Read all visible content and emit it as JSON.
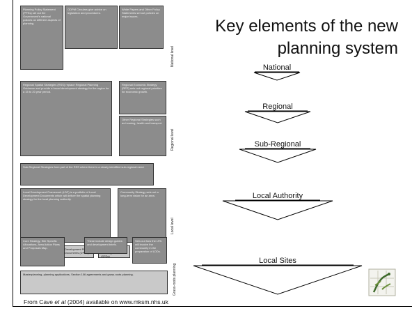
{
  "slide": {
    "title_line1": "Key elements of the new",
    "title_line2": "planning system",
    "levels": [
      "National",
      "Regional",
      "Sub-Regional",
      "Local Authority",
      "Local Sites"
    ],
    "source_prefix": "From Cave ",
    "source_italic": "et al",
    "source_suffix": " (2004) available on www.mksm.nhs.uk"
  },
  "diagram": {
    "side_labels": [
      "National level",
      "Regional level",
      "Local level",
      "Grass-roots planning"
    ],
    "boxes": {
      "b1": "Planning Policy Statement (PPSs) set out the Government's national policies on different aspects of planning.",
      "b2": "ODPM Circulars give advice on legislation and procedures.",
      "b3": "White Papers and Other Policy Statements set out policies on major issues.",
      "b4": "Regional Spatial Strategies (RSS) replace Regional Planning Guidance and provide a broad development strategy for the region for a 15 to 20 year period.",
      "b5": "Regional Economic Strategy (RES) sets out regional priorities for economic growth.",
      "b6": "Other Regional Strategies such as housing, health and transport.",
      "b7": "Sub-Regional Strategies form part of the RSS where there is a clearly identified sub-regional need.",
      "b8": "Local Development Framework (LDF) is a portfolio of Local Development Documents which will deliver the spatial planning strategy for the local planning authority.",
      "b9": "Community Strategy sets out a long-term vision for an area.",
      "b10": "Development Plan Documents (DPDs)",
      "b11": "Supplementary Planning Documents (SPDs)",
      "b12": "Statement of Community Involvement (SCI)",
      "b13": "Core Strategy, Site Specific Allocations, Area Action Plans and Proposals Map.",
      "b14": "These include design guides and development briefs.",
      "b15": "Sets out how the LPA will involve the community in the preparation of LDDs.",
      "b16": "Masterplanning, planning applications, Section 106 agreements and grass-roots planning."
    }
  },
  "logo": {
    "name": "nhs-logo-icon"
  }
}
